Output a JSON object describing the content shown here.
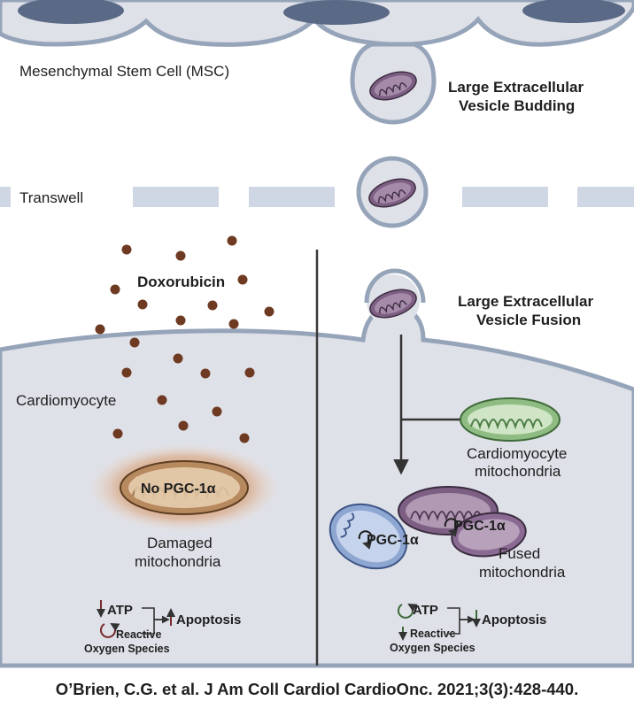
{
  "labels": {
    "msc": "Mesenchymal Stem Cell (MSC)",
    "budding_line1": "Large Extracellular",
    "budding_line2": "Vesicle Budding",
    "transwell": "Transwell",
    "doxorubicin": "Doxorubicin",
    "fusion_line1": "Large Extracellular",
    "fusion_line2": "Vesicle Fusion",
    "cardiomyocyte": "Cardiomyocyte",
    "no_pgc": "No PGC-1α",
    "damaged_line1": "Damaged",
    "damaged_line2": "mitochondria",
    "cm_mito_line1": "Cardiomyocyte",
    "cm_mito_line2": "mitochondria",
    "pgc1": "PGC-1α",
    "pgc2": "PGC-1α",
    "fused_line1": "Fused",
    "fused_line2": "mitochondria"
  },
  "left_outcome": {
    "atp": "ATP",
    "ros_line1": "Reactive",
    "ros_line2": "Oxygen Species",
    "apoptosis": "Apoptosis"
  },
  "right_outcome": {
    "atp": "ATP",
    "ros_line1": "Reactive",
    "ros_line2": "Oxygen Species",
    "apoptosis": "Apoptosis"
  },
  "citation": "O’Brien, C.G. et al. J Am Coll Cardiol CardioOnc. 2021;3(3):428-440.",
  "colors": {
    "cell_fill": "#dfe1e8",
    "membrane": "#96a4b9",
    "nucleus": "#5a6a86",
    "dox_particle": "#6e3a22",
    "mito_damaged": "#b7895f",
    "mito_green": "#8ebc82",
    "mito_blue": "#8ea6d2",
    "mito_purple": "#8a6a92",
    "arrow": "#333333"
  }
}
